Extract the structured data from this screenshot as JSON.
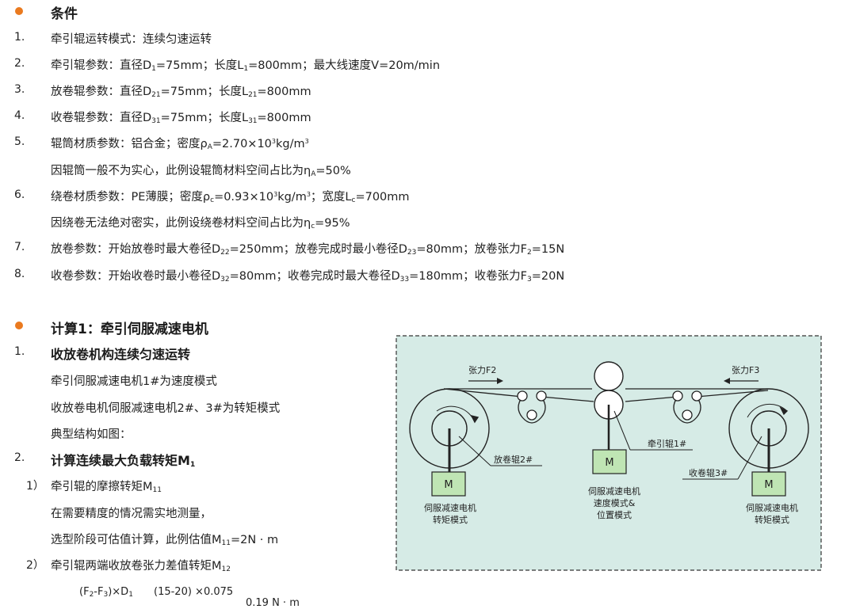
{
  "section1": {
    "title": "条件",
    "items": [
      {
        "num": "1.",
        "parts": [
          [
            "t",
            "牵引辊运转模式：连续匀速运转"
          ]
        ]
      },
      {
        "num": "2.",
        "parts": [
          [
            "t",
            "牵引辊参数：直径D"
          ],
          [
            "sub",
            "1"
          ],
          [
            "t",
            "=75mm；长度L"
          ],
          [
            "sub",
            "1"
          ],
          [
            "t",
            "=800mm；最大线速度V=20m/min"
          ]
        ]
      },
      {
        "num": "3.",
        "parts": [
          [
            "t",
            "放卷辊参数：直径D"
          ],
          [
            "sub",
            "21"
          ],
          [
            "t",
            "=75mm；长度L"
          ],
          [
            "sub",
            "21"
          ],
          [
            "t",
            "=800mm"
          ]
        ]
      },
      {
        "num": "4.",
        "parts": [
          [
            "t",
            "收卷辊参数：直径D"
          ],
          [
            "sub",
            "31"
          ],
          [
            "t",
            "=75mm；长度L"
          ],
          [
            "sub",
            "31"
          ],
          [
            "t",
            "=800mm"
          ]
        ]
      },
      {
        "num": "5.",
        "parts": [
          [
            "t",
            "辊筒材质参数：铝合金；密度ρ"
          ],
          [
            "sub",
            "A"
          ],
          [
            "t",
            "=2.70×10"
          ],
          [
            "sup",
            "3"
          ],
          [
            "t",
            "kg/m"
          ],
          [
            "sup",
            "3"
          ]
        ]
      },
      {
        "num": "",
        "parts": [
          [
            "t",
            "因辊筒一般不为实心，此例设辊筒材料空间占比为η"
          ],
          [
            "sub",
            "A"
          ],
          [
            "t",
            "=50%"
          ]
        ]
      },
      {
        "num": "6.",
        "parts": [
          [
            "t",
            "绕卷材质参数：PE薄膜；密度ρ"
          ],
          [
            "sub",
            "c"
          ],
          [
            "t",
            "=0.93×10"
          ],
          [
            "sup",
            "3"
          ],
          [
            "t",
            "kg/m"
          ],
          [
            "sup",
            "3"
          ],
          [
            "t",
            "；宽度L"
          ],
          [
            "sub",
            "c"
          ],
          [
            "t",
            "=700mm"
          ]
        ]
      },
      {
        "num": "",
        "parts": [
          [
            "t",
            "因绕卷无法绝对密实，此例设绕卷材料空间占比为η"
          ],
          [
            "sub",
            "c"
          ],
          [
            "t",
            "=95%"
          ]
        ]
      },
      {
        "num": "7.",
        "parts": [
          [
            "t",
            "放卷参数：开始放卷时最大卷径D"
          ],
          [
            "sub",
            "22"
          ],
          [
            "t",
            "=250mm；放卷完成时最小卷径D"
          ],
          [
            "sub",
            "23"
          ],
          [
            "t",
            "=80mm；放卷张力F"
          ],
          [
            "sub",
            "2"
          ],
          [
            "t",
            "=15N"
          ]
        ]
      },
      {
        "num": "8.",
        "parts": [
          [
            "t",
            "收卷参数：开始收卷时最小卷径D"
          ],
          [
            "sub",
            "32"
          ],
          [
            "t",
            "=80mm；收卷完成时最大卷径D"
          ],
          [
            "sub",
            "33"
          ],
          [
            "t",
            "=180mm；收卷张力F"
          ],
          [
            "sub",
            "3"
          ],
          [
            "t",
            "=20N"
          ]
        ]
      }
    ]
  },
  "section2": {
    "title": "计算1：牵引伺服减速电机",
    "sub1_num": "1.",
    "sub1_title": "收放卷机构连续匀速运转",
    "sub1_lines": [
      "牵引伺服减速电机1#为速度模式",
      "收放卷电机伺服减速电机2#、3#为转矩模式",
      "典型结构如图："
    ],
    "sub2_num": "2.",
    "sub2_title": "计算连续最大负载转矩M",
    "sub2_title_sub": "1",
    "item1_num": "1）",
    "item1_title": "牵引辊的摩擦转矩M",
    "item1_title_sub": "11",
    "item1_lines": [
      "在需要精度的情况需实地测量，"
    ],
    "item1_last": "选型阶段可估值计算，此例估值M",
    "item1_last_sub": "11",
    "item1_last_tail": "=2N · m",
    "item2_num": "2）",
    "item2_title": "牵引辊两端收放卷张力差值转矩M",
    "item2_title_sub": "12",
    "formula_num1": "(F",
    "formula_num1b": "2",
    "formula_num1c": "-F",
    "formula_num1d": "3",
    "formula_num1e": ")×D",
    "formula_num1f": "1",
    "formula_num2": "(15-20) ×0.075",
    "formula_tail": "0.19 N · m"
  },
  "diagram": {
    "bg_color": "#d6ebe6",
    "tension_left": "张力F2",
    "tension_right": "张力F3",
    "label_unwind": "放卷辊2#",
    "label_pull": "牵引辊1#",
    "label_rewind": "收卷辊3#",
    "motor_label": "M",
    "motor_left_l1": "伺服减速电机",
    "motor_left_l2": "转矩模式",
    "motor_mid_l1": "伺服减速电机",
    "motor_mid_l2": "速度模式&",
    "motor_mid_l3": "位置模式",
    "motor_right_l1": "伺服减速电机",
    "motor_right_l2": "转矩模式",
    "motor_color": "#bfe5b4"
  }
}
